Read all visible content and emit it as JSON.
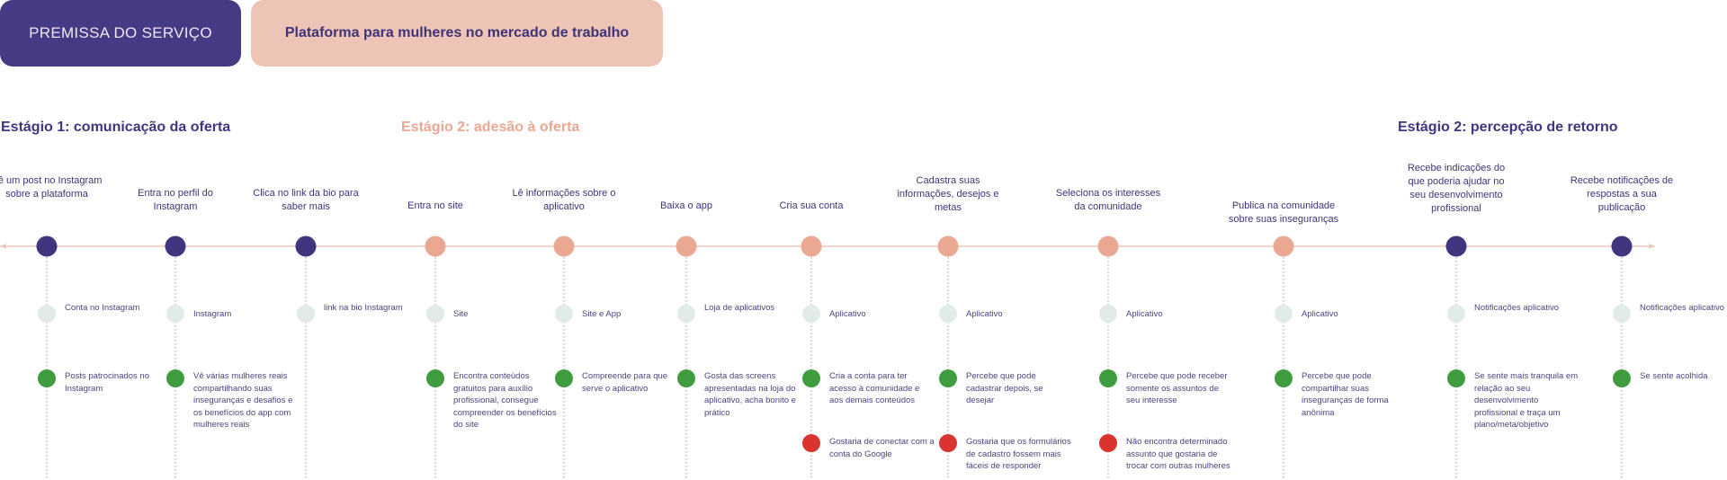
{
  "header": {
    "premise_label": "PREMISSA DO SERVIÇO",
    "platform_label": "Plataforma para mulheres no mercado de trabalho"
  },
  "stages": [
    "Estágio 1: comunicação da oferta",
    "Estágio 2: adesão à oferta",
    "Estágio 2: percepção de retorno"
  ],
  "colors": {
    "stage1": "#413580",
    "stage2": "#eaa893",
    "stage3": "#413580",
    "channel": "#e2ece7",
    "positive": "#3f9c3f",
    "negative": "#d93430",
    "timeline": "#eec8b8"
  },
  "steps": [
    {
      "action": "Vê um post no Instagram sobre a plataforma",
      "stage": 1,
      "channel": "Conta no Instagram",
      "positive": "Posts patrocinados no Instagram",
      "negative": ""
    },
    {
      "action": "Entra no perfil do Instagram",
      "stage": 1,
      "channel": "Instagram",
      "positive": "Vê várias mulheres reais compartilhando suas inseguranças e desafios e os benefícios do app com mulheres reais",
      "negative": ""
    },
    {
      "action": "Clica no link da bio para saber mais",
      "stage": 1,
      "channel": "link na bio Instagram",
      "positive": "",
      "negative": ""
    },
    {
      "action": "Entra no site",
      "stage": 2,
      "channel": "Site",
      "positive": "Encontra conteúdos gratuitos para auxílio profissional, consegue compreender os benefícios do site",
      "negative": ""
    },
    {
      "action": "Lê informações sobre o aplicativo",
      "stage": 2,
      "channel": "Site e App",
      "positive": "Compreende para que serve o aplicativo",
      "negative": ""
    },
    {
      "action": "Baixa o app",
      "stage": 2,
      "channel": "Loja de aplicativos",
      "positive": "Gosta das screens apresentadas na loja do aplicativo, acha bonito e prático",
      "negative": ""
    },
    {
      "action": "Cria sua conta",
      "stage": 2,
      "channel": "Aplicativo",
      "positive": "Cria a conta para ter acesso à comunidade e aos demais conteúdos",
      "negative": "Gostaria de conectar com a conta do Google"
    },
    {
      "action": "Cadastra suas informações, desejos e metas",
      "stage": 2,
      "channel": "Aplicativo",
      "positive": "Percebe que pode cadastrar depois, se desejar",
      "negative": "Gostaria que os formulários de cadastro fossem mais fáceis de responder"
    },
    {
      "action": "Seleciona os interesses da comunidade",
      "stage": 2,
      "channel": "Aplicativo",
      "positive": "Percebe que pode receber somente os assuntos de seu interesse",
      "negative": "Não encontra determinado assunto que gostaria de trocar com outras mulheres"
    },
    {
      "action": "Publica na comunidade sobre suas inseguranças",
      "stage": 2,
      "channel": "Aplicativo",
      "positive": "Percebe que pode compartilhar suas inseguranças de forma anônima",
      "negative": ""
    },
    {
      "action": "Recebe indicações do que poderia ajudar no seu desenvolvimento profissional",
      "stage": 3,
      "channel": "Notificações aplicativo",
      "positive": "Se sente mais tranquila em relação ao seu desenvolvimento profissional e traça um plano/meta/objetivo",
      "negative": ""
    },
    {
      "action": "Recebe notificações de respostas a sua publicação",
      "stage": 3,
      "channel": "Notificações aplicativo",
      "positive": "Se sente acolhida",
      "negative": ""
    }
  ]
}
